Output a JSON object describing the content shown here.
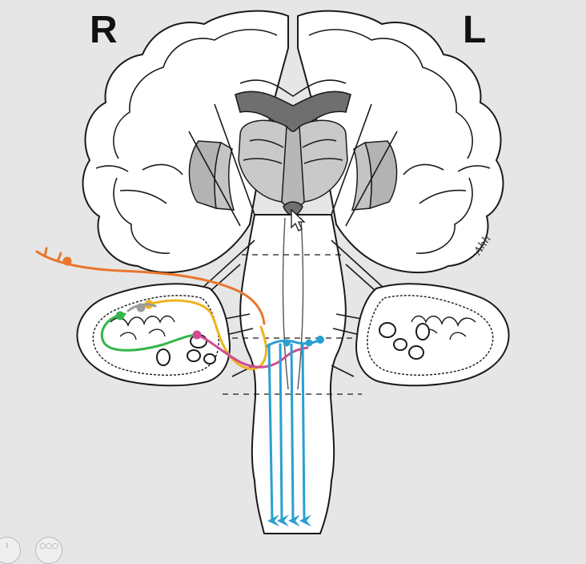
{
  "figure": {
    "label_right": "R",
    "label_left": "L",
    "signature": "Ahh"
  },
  "pathways": [
    {
      "name": "orange",
      "color": "#e9762b"
    },
    {
      "name": "yellow",
      "color": "#efb31f"
    },
    {
      "name": "green",
      "color": "#36b54a"
    },
    {
      "name": "gray",
      "color": "#9c9c9c"
    },
    {
      "name": "pink",
      "color": "#cf4c93"
    },
    {
      "name": "blue",
      "color": "#2a9fd1"
    }
  ],
  "colors": {
    "background": "#e6e6e6",
    "tissue": "#ffffff",
    "outline": "#1a1a1a",
    "ventricle": "#6f6f6f",
    "gray_matter": "#b3b3b3",
    "thalamus": "#c9c9c9"
  },
  "controls": {
    "button_a": "⌇",
    "button_b": "○○○"
  }
}
